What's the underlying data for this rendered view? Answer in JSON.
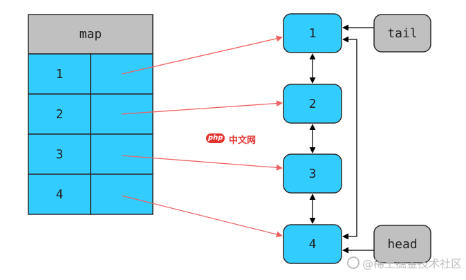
{
  "map": {
    "title": "map",
    "keys": [
      "1",
      "2",
      "3",
      "4"
    ]
  },
  "list": {
    "nodes": [
      "1",
      "2",
      "3",
      "4"
    ]
  },
  "pointers": {
    "tail": "tail",
    "head": "head"
  },
  "watermarks": {
    "php_badge": "php",
    "php_text": "中文网",
    "account": "@稀土掘金技术社区"
  },
  "colors": {
    "cyan": "#33ccff",
    "gray": "#c0c0c0",
    "border": "#2b2b2b",
    "link_arrow": "#f06060",
    "black_arrow": "#000000"
  }
}
